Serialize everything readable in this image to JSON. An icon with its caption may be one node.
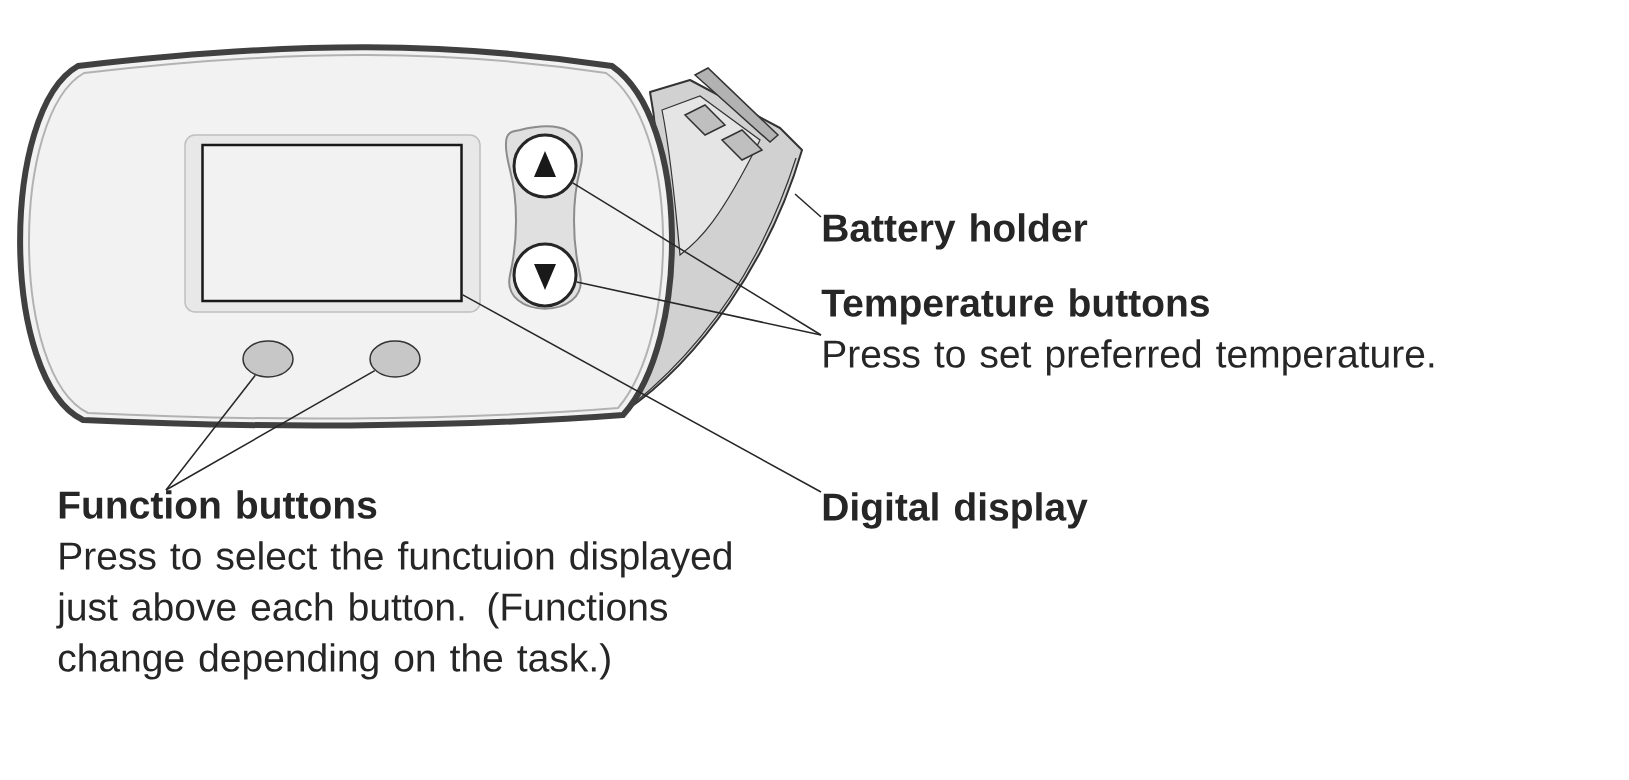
{
  "diagram": {
    "nodes": [
      {
        "text": [],
        "shape": "circle"
      },
      {
        "text": [],
        "shape": "circle"
      },
      {
        "text": [],
        "shape": "box"
      },
      {
        "text": [],
        "shape": "circle"
      },
      {
        "text": [],
        "shape": "circle"
      },
      {
        "text": [
          "Battery holder"
        ]
      },
      {
        "text": [
          "Temperature buttons",
          "Press to set preferred temperature."
        ]
      },
      {
        "text": [
          "Function buttons",
          "Press to select the functuion displayed just above each button. (Functions change depending on the task.)"
        ]
      },
      {
        "text": [
          "Digital display"
        ]
      }
    ],
    "edges": [
      {
        "from": 5,
        "to": null,
        "arrow": "none"
      },
      {
        "from": 6,
        "to": 0,
        "arrow": "none"
      },
      {
        "from": 6,
        "to": 1,
        "arrow": "none"
      },
      {
        "from": 8,
        "to": 2,
        "arrow": "none"
      },
      {
        "from": 7,
        "to": 3,
        "arrow": "none"
      },
      {
        "from": 7,
        "to": 4,
        "arrow": "none"
      }
    ]
  }
}
